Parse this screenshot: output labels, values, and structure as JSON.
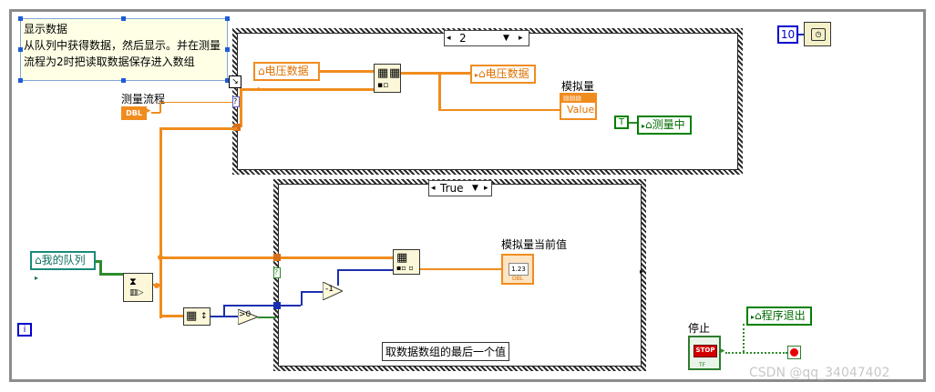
{
  "comment": {
    "line1": "显示数据",
    "line2": "从队列中获得数据，然后显示。并在测量",
    "line3": "流程为2时把读取数据保存进入数组"
  },
  "case_top": {
    "selector_value": "2"
  },
  "case_bottom": {
    "selector_value": "True"
  },
  "locals": {
    "voltage_read": "电压数据",
    "voltage_write": "电压数据",
    "measuring": "测量中",
    "my_queue": "我的队列",
    "program_exit": "程序退出"
  },
  "labels": {
    "measure_flow": "测量流程",
    "analog": "模拟量",
    "analog_current": "模拟量当前值",
    "stop": "停止",
    "take_last_value": "取数据数组的最后一个值"
  },
  "terminals": {
    "dbl": "DBL",
    "value": "Value",
    "num_123": "1.23",
    "dbl_small": "DBL",
    "true_const": "T",
    "stop_text": "STOP",
    "tf": "TF"
  },
  "constants": {
    "wait_ms": "10",
    "minus_one": "-1",
    "greater_zero": ">0",
    "question": "?",
    "info": "i"
  },
  "icons": {
    "wait": "wait-clock-icon",
    "dequeue": "dequeue-element-icon",
    "build_array": "build-array-icon",
    "index_array": "index-array-icon",
    "array_size": "array-size-icon",
    "decrement": "decrement-icon",
    "greater_than_zero": "greater-than-zero-icon",
    "stop_indicator": "stop-led-icon"
  },
  "watermark": "CSDN @qq_34047402",
  "colors": {
    "wire_double": "#f08c1e",
    "wire_integer": "#1a2fb0",
    "wire_boolean": "#2e8b2e",
    "frame_border": "#8c8c8c"
  }
}
